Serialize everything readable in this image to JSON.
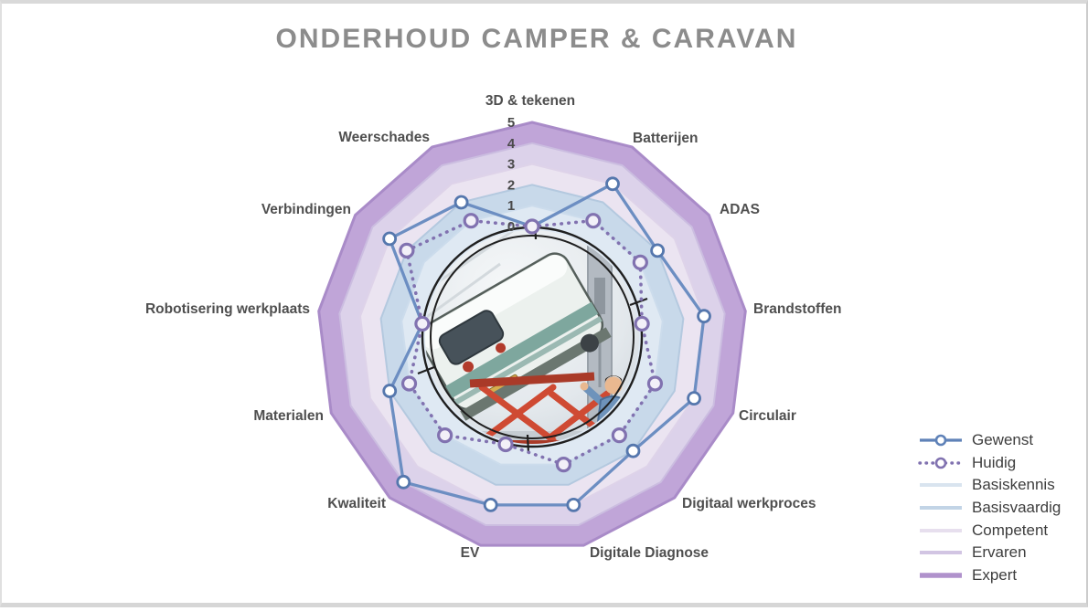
{
  "title": "ONDERHOUD CAMPER & CARAVAN",
  "chart_data": {
    "type": "radar",
    "title": "ONDERHOUD CAMPER & CARAVAN",
    "categories": [
      "3D & tekenen",
      "Batterijen",
      "ADAS",
      "Brandstoffen",
      "Circulair",
      "Digitaal werkproces",
      "Digitale Diagnose",
      "EV",
      "Kwaliteit",
      "Materialen",
      "Robotisering werkplaats",
      "Verbindingen",
      "Weerschades"
    ],
    "axis": {
      "min": 0,
      "max": 5,
      "ticks": [
        "0",
        "1",
        "2",
        "3",
        "4",
        "5"
      ],
      "grid": "rings"
    },
    "series": [
      {
        "name": "Gewenst",
        "style": "solid-line",
        "color": "#6c8ec2",
        "marker_color": "#5577ad",
        "values": [
          0,
          3,
          2,
          3,
          3,
          2,
          3,
          3,
          4,
          2,
          0,
          3,
          2
        ]
      },
      {
        "name": "Huidig",
        "style": "dotted-line",
        "color": "#8172b0",
        "marker_color": "#8172b0",
        "values": [
          0,
          1,
          1,
          0,
          1,
          1,
          1,
          0,
          1,
          1,
          0,
          2,
          1
        ]
      }
    ],
    "rings": [
      {
        "name": "Basiskennis",
        "value": 1,
        "fill": "#dfe9f3",
        "edge": "#ccdcec",
        "legend_color": "#d9e4ef"
      },
      {
        "name": "Basisvaardig",
        "value": 2,
        "fill": "#c8d9ea",
        "edge": "#b4c9df",
        "legend_color": "#c2d4e6"
      },
      {
        "name": "Competent",
        "value": 3,
        "fill": "#ebe4f1",
        "edge": "#ded3e9",
        "legend_color": "#e7dfee"
      },
      {
        "name": "Ervaren",
        "value": 4,
        "fill": "#dcd2ea",
        "edge": "#cbbde0",
        "legend_color": "#d2c5e3"
      },
      {
        "name": "Expert",
        "value": 5,
        "fill": "#c0a5d8",
        "edge": "#a98bc8",
        "legend_color": "#b092cc"
      }
    ],
    "legend_position": "right",
    "legend_items": [
      {
        "label": "Gewenst",
        "swatch": "line-marker",
        "color": "#5f82b8"
      },
      {
        "label": "Huidig",
        "swatch": "dotted-marker",
        "color": "#8172b0"
      },
      {
        "label": "Basiskennis",
        "swatch": "band",
        "color": "#d9e4ef"
      },
      {
        "label": "Basisvaardig",
        "swatch": "band",
        "color": "#c2d4e6"
      },
      {
        "label": "Competent",
        "swatch": "band",
        "color": "#e7dfee"
      },
      {
        "label": "Ervaren",
        "swatch": "band",
        "color": "#d2c5e3"
      },
      {
        "label": "Expert",
        "swatch": "band-thick",
        "color": "#b092cc"
      }
    ]
  }
}
